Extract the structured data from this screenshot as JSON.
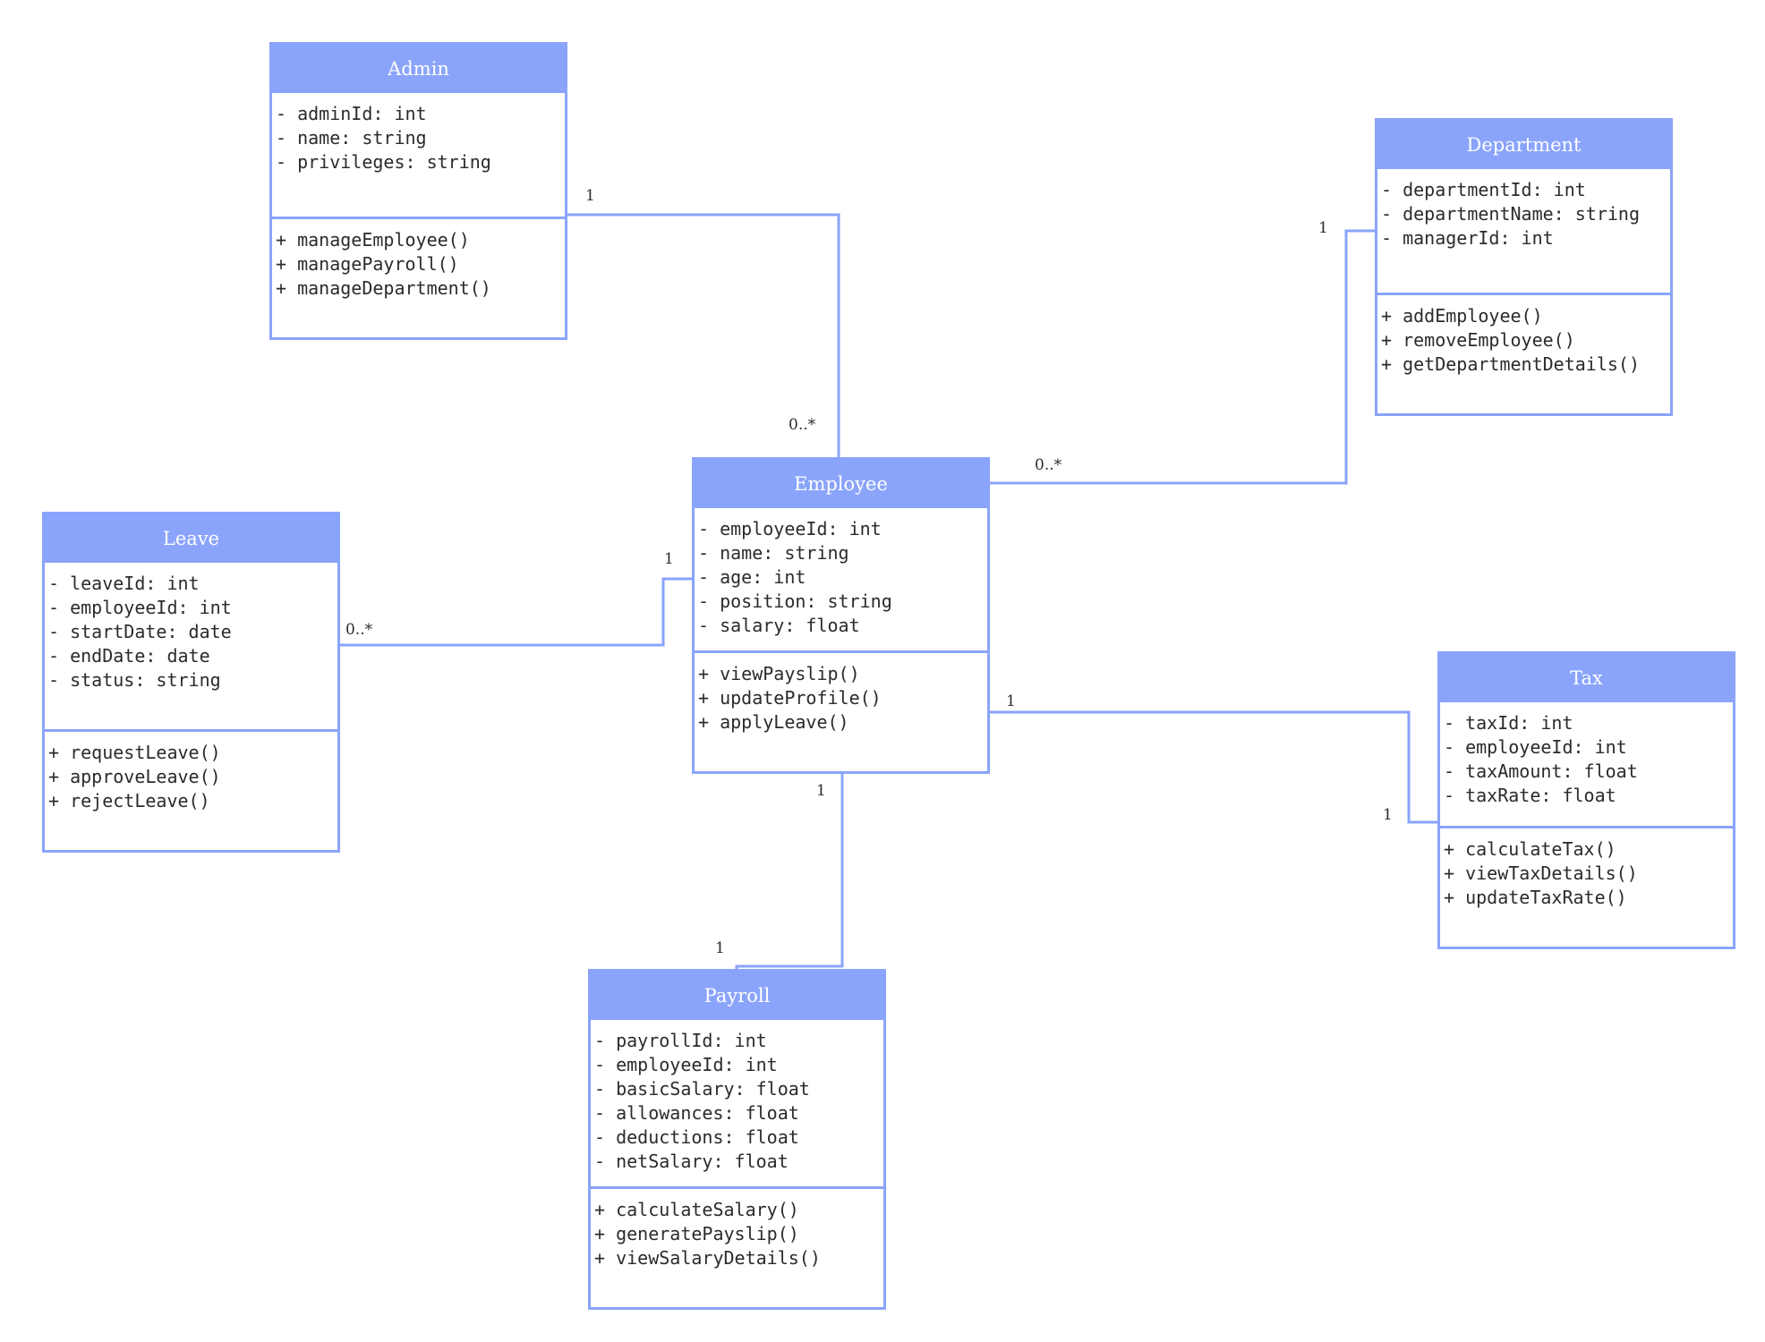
{
  "colors": {
    "accent": "#8aa4fb",
    "header_text": "#ffffff",
    "text": "#2b2b2b",
    "background": "#ffffff"
  },
  "classes": {
    "admin": {
      "name": "Admin",
      "attributes": [
        "- adminId: int",
        "- name: string",
        "- privileges: string"
      ],
      "methods": [
        "+ manageEmployee()",
        "+ managePayroll()",
        "+ manageDepartment()"
      ]
    },
    "department": {
      "name": "Department",
      "attributes": [
        "- departmentId: int",
        "- departmentName: string",
        "- managerId: int"
      ],
      "methods": [
        "+ addEmployee()",
        "+ removeEmployee()",
        "+ getDepartmentDetails()"
      ]
    },
    "employee": {
      "name": "Employee",
      "attributes": [
        "- employeeId: int",
        "- name: string",
        "- age: int",
        "- position: string",
        "- salary: float"
      ],
      "methods": [
        "+ viewPayslip()",
        "+ updateProfile()",
        "+ applyLeave()"
      ]
    },
    "leave": {
      "name": "Leave",
      "attributes": [
        "- leaveId: int",
        "- employeeId: int",
        "- startDate: date",
        "- endDate: date",
        "- status: string"
      ],
      "methods": [
        "+ requestLeave()",
        "+ approveLeave()",
        "+ rejectLeave()"
      ]
    },
    "tax": {
      "name": "Tax",
      "attributes": [
        "- taxId: int",
        "- employeeId: int",
        "- taxAmount: float",
        "- taxRate: float"
      ],
      "methods": [
        "+ calculateTax()",
        "+ viewTaxDetails()",
        "+ updateTaxRate()"
      ]
    },
    "payroll": {
      "name": "Payroll",
      "attributes": [
        "- payrollId: int",
        "- employeeId: int",
        "- basicSalary: float",
        "- allowances: float",
        "- deductions: float",
        "- netSalary: float"
      ],
      "methods": [
        "+ calculateSalary()",
        "+ generatePayslip()",
        "+ viewSalaryDetails()"
      ]
    }
  },
  "associations": [
    {
      "from": "admin",
      "to": "employee",
      "from_mult": "1",
      "to_mult": "0..*"
    },
    {
      "from": "department",
      "to": "employee",
      "from_mult": "1",
      "to_mult": "0..*"
    },
    {
      "from": "employee",
      "to": "leave",
      "from_mult": "1",
      "to_mult": "0..*"
    },
    {
      "from": "employee",
      "to": "tax",
      "from_mult": "1",
      "to_mult": "1"
    },
    {
      "from": "employee",
      "to": "payroll",
      "from_mult": "1",
      "to_mult": "1"
    }
  ]
}
